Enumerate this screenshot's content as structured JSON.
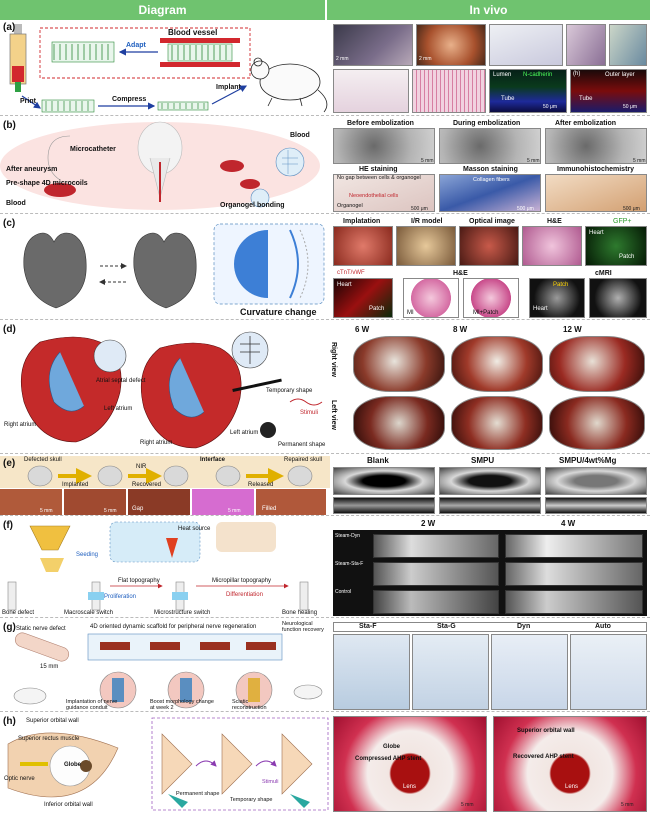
{
  "headers": {
    "diagram": "Diagram",
    "vivo": "In vivo"
  },
  "panels": {
    "a": {
      "label": "(a)",
      "blood_vessel": "Blood vessel",
      "adapt": "Adapt",
      "print": "Print",
      "compress": "Compress",
      "implant": "Implant",
      "sb1": "2 mm",
      "sb2": "2 mm",
      "lumen": "Lumen",
      "nd_cadherin": "N-cadherin",
      "tube1": "Tube",
      "sb3": "50 μm",
      "h_tag": "(h)",
      "outer_layer": "Outer layer",
      "tube2": "Tube",
      "sb4": "50 μm"
    },
    "b": {
      "label": "(b)",
      "microcatheter": "Microcatheter",
      "blood": "Blood",
      "after_aneurysm": "After aneurysm",
      "preshape": "Pre-shape 4D microcoils",
      "blood2": "Blood",
      "organogel": "Organogel bonding",
      "before": "Before embolization",
      "during": "During embolization",
      "after": "After embolization",
      "he": "HE staining",
      "masson": "Masson staining",
      "ihc": "Immunohistochemistry",
      "no_gap": "No gap between cells & organogel",
      "collagen": "Collagen fibers",
      "neo": "Neoendothelial cells",
      "organogel2": "Organogel",
      "sb_a": "5 mm",
      "sb_b": "5 mm",
      "sb_c": "5 mm",
      "sb_d": "500 μm",
      "sb_e": "500 μm",
      "sb_f": "500 μm"
    },
    "c": {
      "label": "(c)",
      "curvature": "Curvature change",
      "implantation": "Implatation",
      "ir_model": "I/R model",
      "optical": "Optical image",
      "he": "H&E",
      "gfp": "GFP+",
      "heart": "Heart",
      "patch": "Patch",
      "ctnt": "cTnT/vWF",
      "he2": "H&E",
      "cmri": "cMRI",
      "mi": "MI",
      "mi_patch": "MI+Patch"
    },
    "d": {
      "label": "(d)",
      "asd": "Atrial septal defect",
      "right_atrium": "Right atrium",
      "left_atrium": "Left atrium",
      "right_atrium2": "Right atrium",
      "left_atrium2": "Left atrium",
      "temp_shape": "Temporary shape",
      "stimuli": "Stimuli",
      "perm_shape": "Permanent shape",
      "right_view": "Right view",
      "left_view": "Left view",
      "w6": "6 W",
      "w8": "8 W",
      "w12": "12 W"
    },
    "e": {
      "label": "(e)",
      "defected": "Defected skull",
      "interface": "Interface",
      "repaired": "Repaired skull",
      "nir": "NIR",
      "implanted": "Implanted",
      "recovered": "Recovered",
      "released": "Released",
      "gap": "Gap",
      "filled": "Filled",
      "sb1": "5 mm",
      "sb2": "5 mm",
      "sb3": "5 mm",
      "blank": "Blank",
      "smpu": "SMPU",
      "smpu_mg": "SMPU/4wt%Mg"
    },
    "f": {
      "label": "(f)",
      "seeding": "Seeding",
      "heat": "Heat source",
      "bone_defect": "Bone defect",
      "macro": "Macroscale switch",
      "prolif": "Proliferation",
      "flat": "Flat topography",
      "micro": "Microstructure switch",
      "micropillar": "Micropillar topography",
      "diff": "Differentiation",
      "healing": "Bone healing",
      "w2": "2 W",
      "w4": "4 W",
      "rows": [
        "Steam-Dyn",
        "Steam-Sta-F",
        "Control"
      ]
    },
    "g": {
      "label": "(g)",
      "static": "Static nerve defect",
      "mm": "15 mm",
      "title": "4D oriented dynamic scaffold for peripheral nerve regeneration",
      "recovery": "Neurological function recovery",
      "step1": "Implantation of nerve guidance conduit",
      "step2": "Boost morphology change at week 2",
      "step3": "Sciatic reconstruction",
      "cols": [
        "Sta-F",
        "Sta-G",
        "Dyn",
        "Auto"
      ]
    },
    "h": {
      "label": "(h)",
      "sup_wall": "Superior orbital wall",
      "sup_rectus": "Superior rectus muscle",
      "globe": "Globe",
      "optic": "Optic nerve",
      "inf_wall": "Inferior orbital wall",
      "perm": "Permanent shape",
      "temp": "Temporary shape",
      "stim": "Stimuli",
      "globe2": "Globe",
      "compressed": "Compressed AHP stent",
      "lens1": "Lens",
      "sup_wall2": "Superior orbital wall",
      "recovered": "Recovered AHP stent",
      "lens2": "Lens",
      "sb1": "5 mm",
      "sb2": "5 mm"
    }
  }
}
